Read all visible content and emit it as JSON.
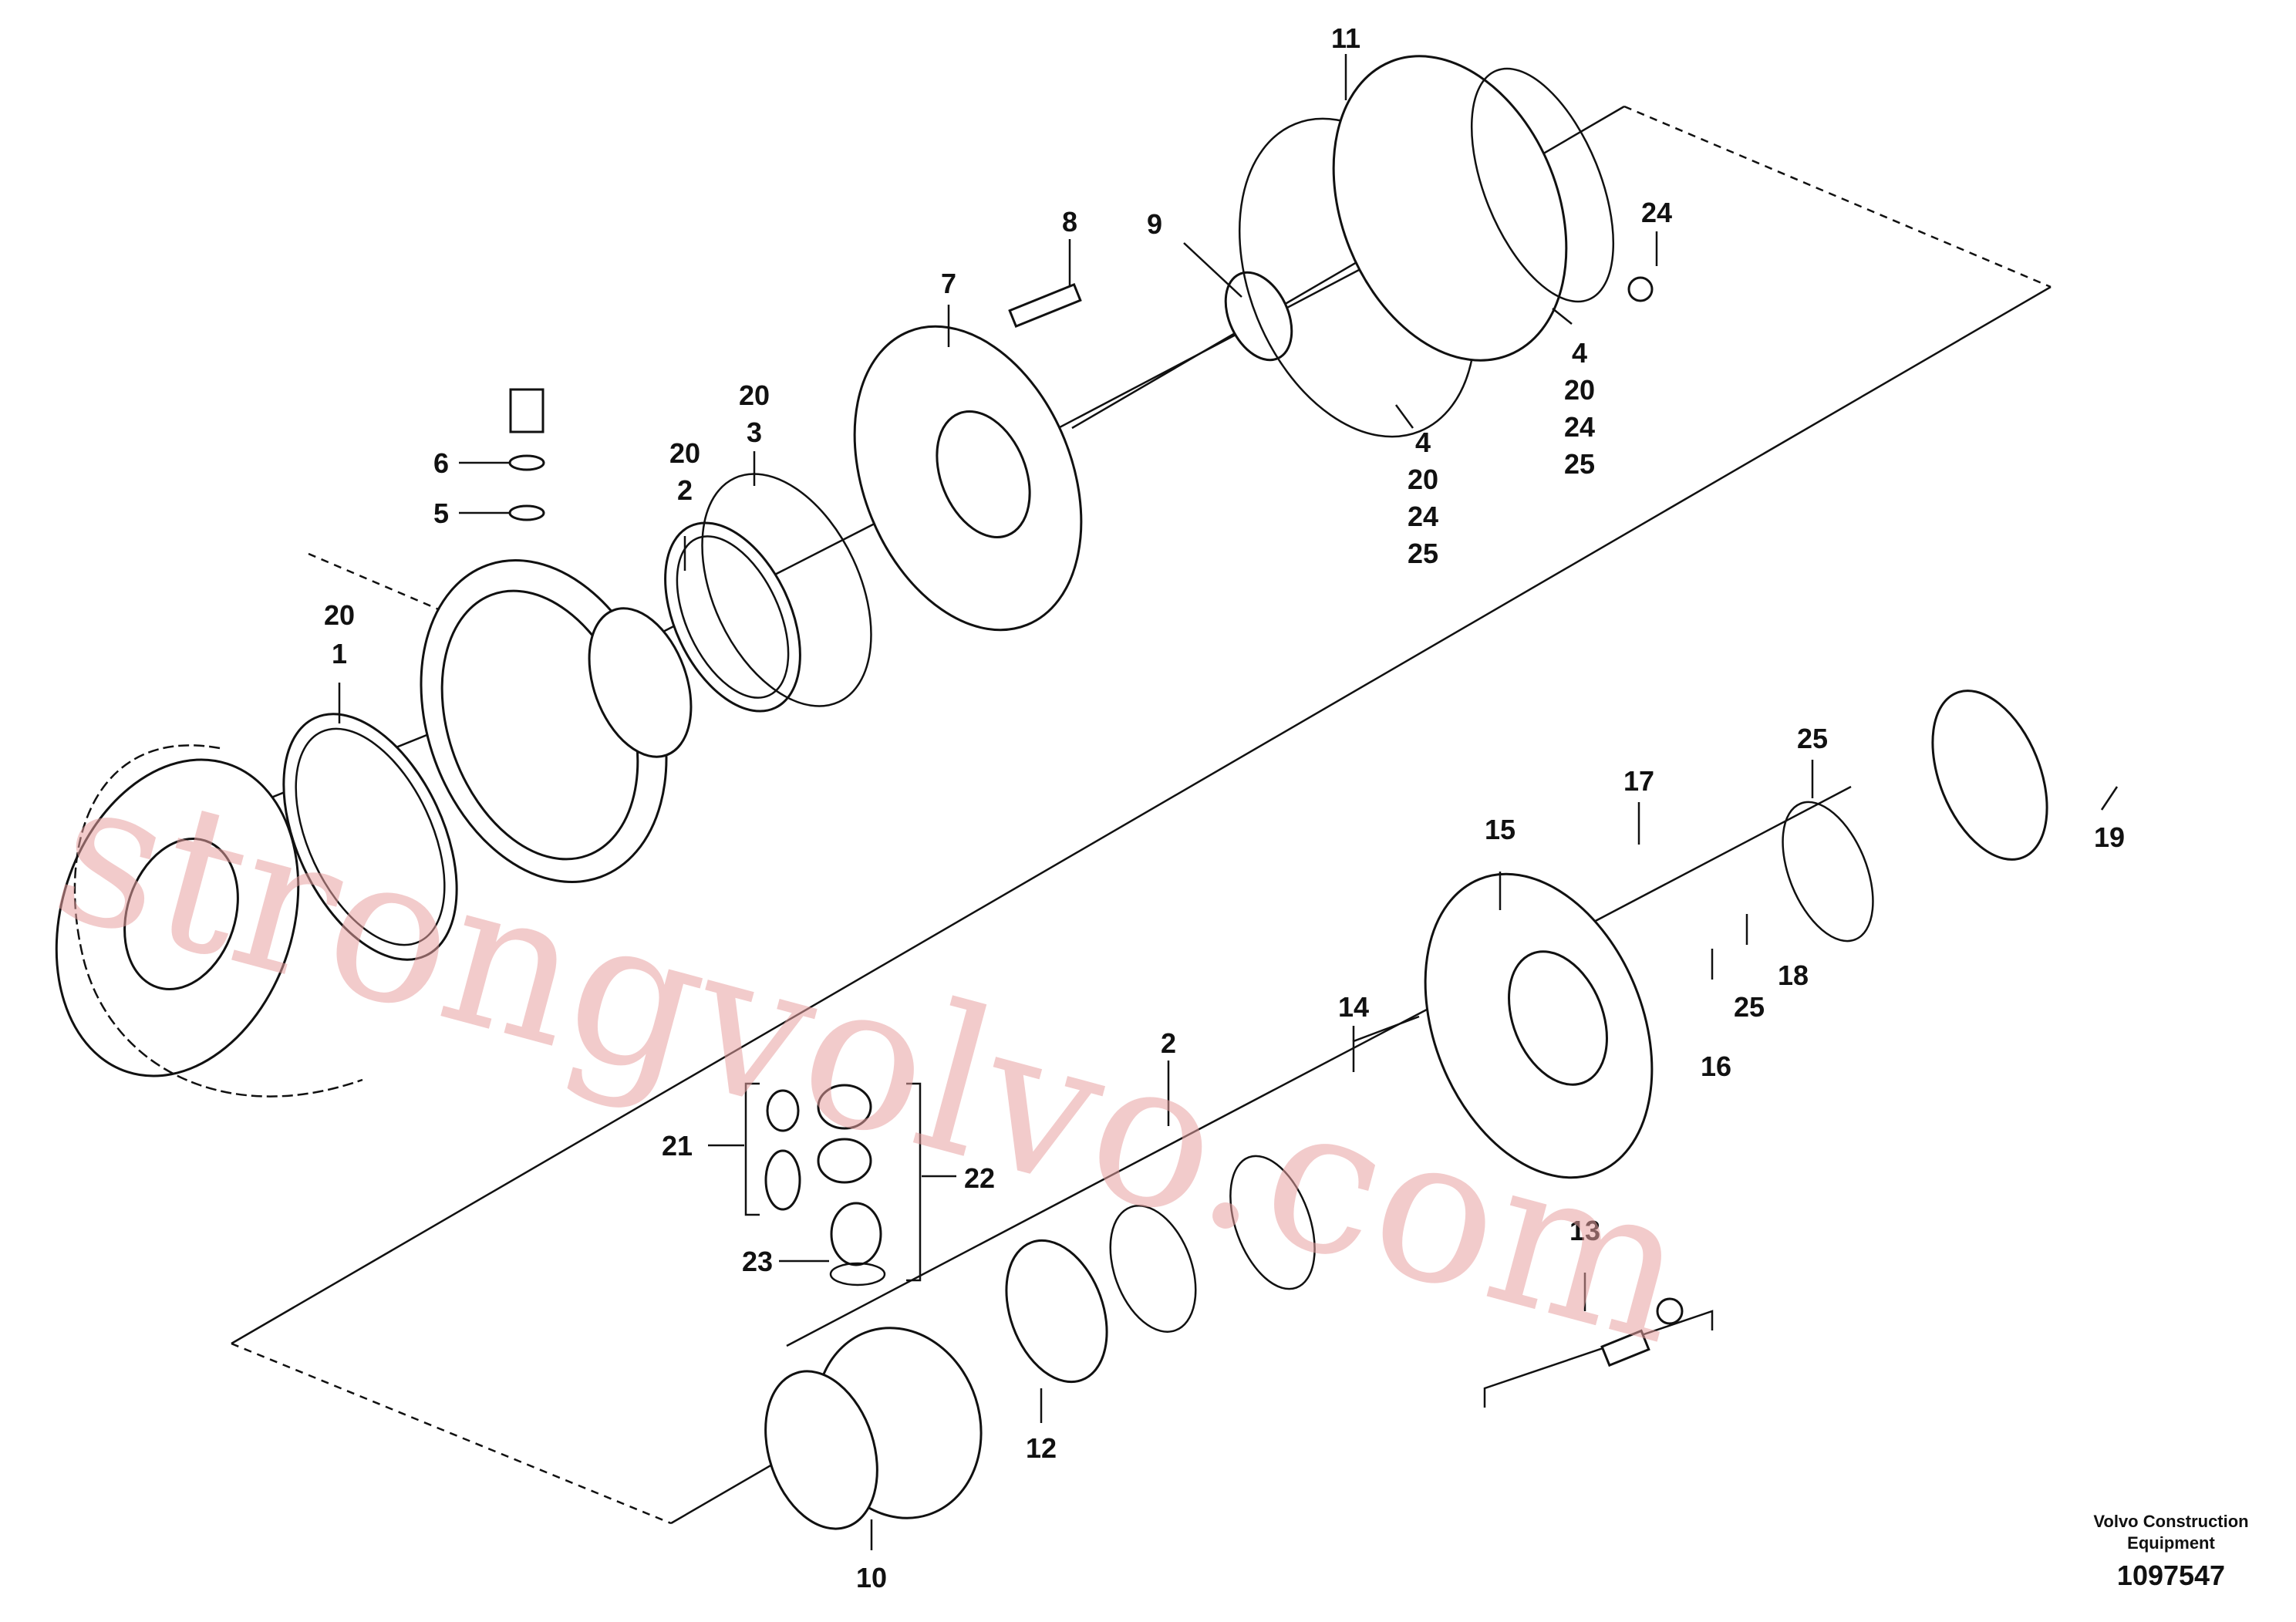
{
  "callouts": {
    "c1": "1",
    "c2": "2",
    "c3": "3",
    "c4a": "4",
    "c4b": "4",
    "c5": "5",
    "c6": "6",
    "c7": "7",
    "c8": "8",
    "c9": "9",
    "c10": "10",
    "c11": "11",
    "c12": "12",
    "c13": "13",
    "c14": "14",
    "c15": "15",
    "c16": "16",
    "c17": "17",
    "c18": "18",
    "c19": "19",
    "c20a": "20",
    "c20b": "20",
    "c20c": "20",
    "c20d": "20",
    "c20e": "20",
    "c21": "21",
    "c22": "22",
    "c23": "23",
    "c24a": "24",
    "c24b": "24",
    "c24c": "24",
    "c25a": "25",
    "c25b": "25",
    "c25c": "25",
    "c2b": "2"
  },
  "credit": {
    "line1": "Volvo Construction",
    "line2": "Equipment",
    "number": "1097547"
  },
  "watermark": "strongvolvo.com"
}
